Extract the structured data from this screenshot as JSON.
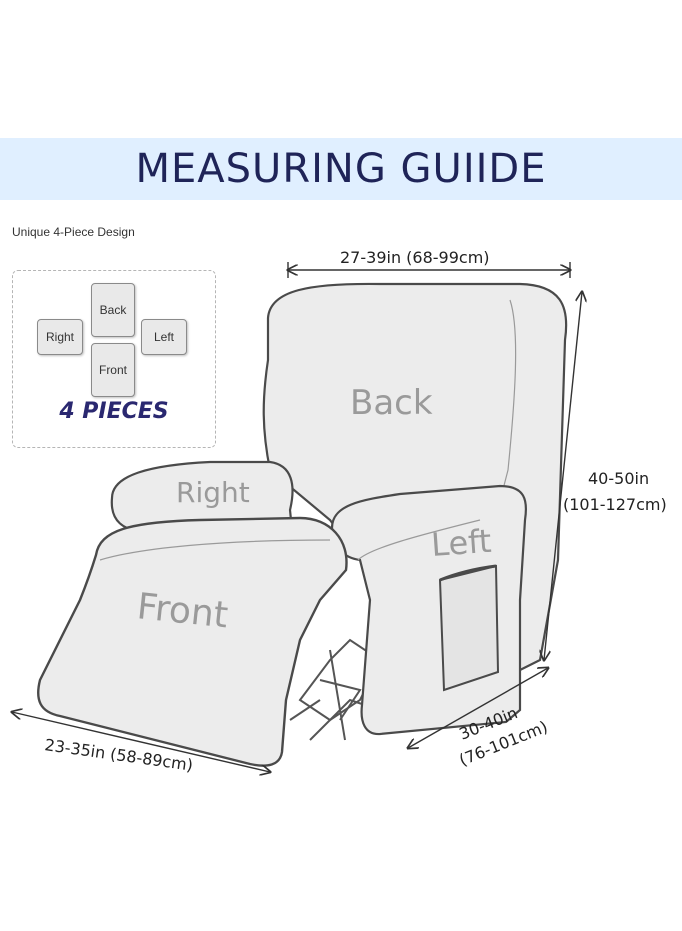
{
  "title": "MEASURING GUIIDE",
  "subtitle": "Unique 4-Piece Design",
  "pieces": {
    "back": "Back",
    "right": "Right",
    "left": "Left",
    "front": "Front",
    "count_label": "4 PIECES"
  },
  "chair_labels": {
    "back": "Back",
    "right": "Right",
    "left": "Left",
    "front": "Front"
  },
  "dimensions": {
    "width": "27-39in (68-99cm)",
    "height_in": "40-50in",
    "height_cm": "(101-127cm)",
    "depth_in": "30-40in",
    "depth_cm": "(76-101cm)",
    "footrest": "23-35in (58-89cm)"
  },
  "colors": {
    "title_banner": "#e0efff",
    "title_text": "#1f2458",
    "cover_fill": "#ececec",
    "outline": "#4a4a4a"
  }
}
